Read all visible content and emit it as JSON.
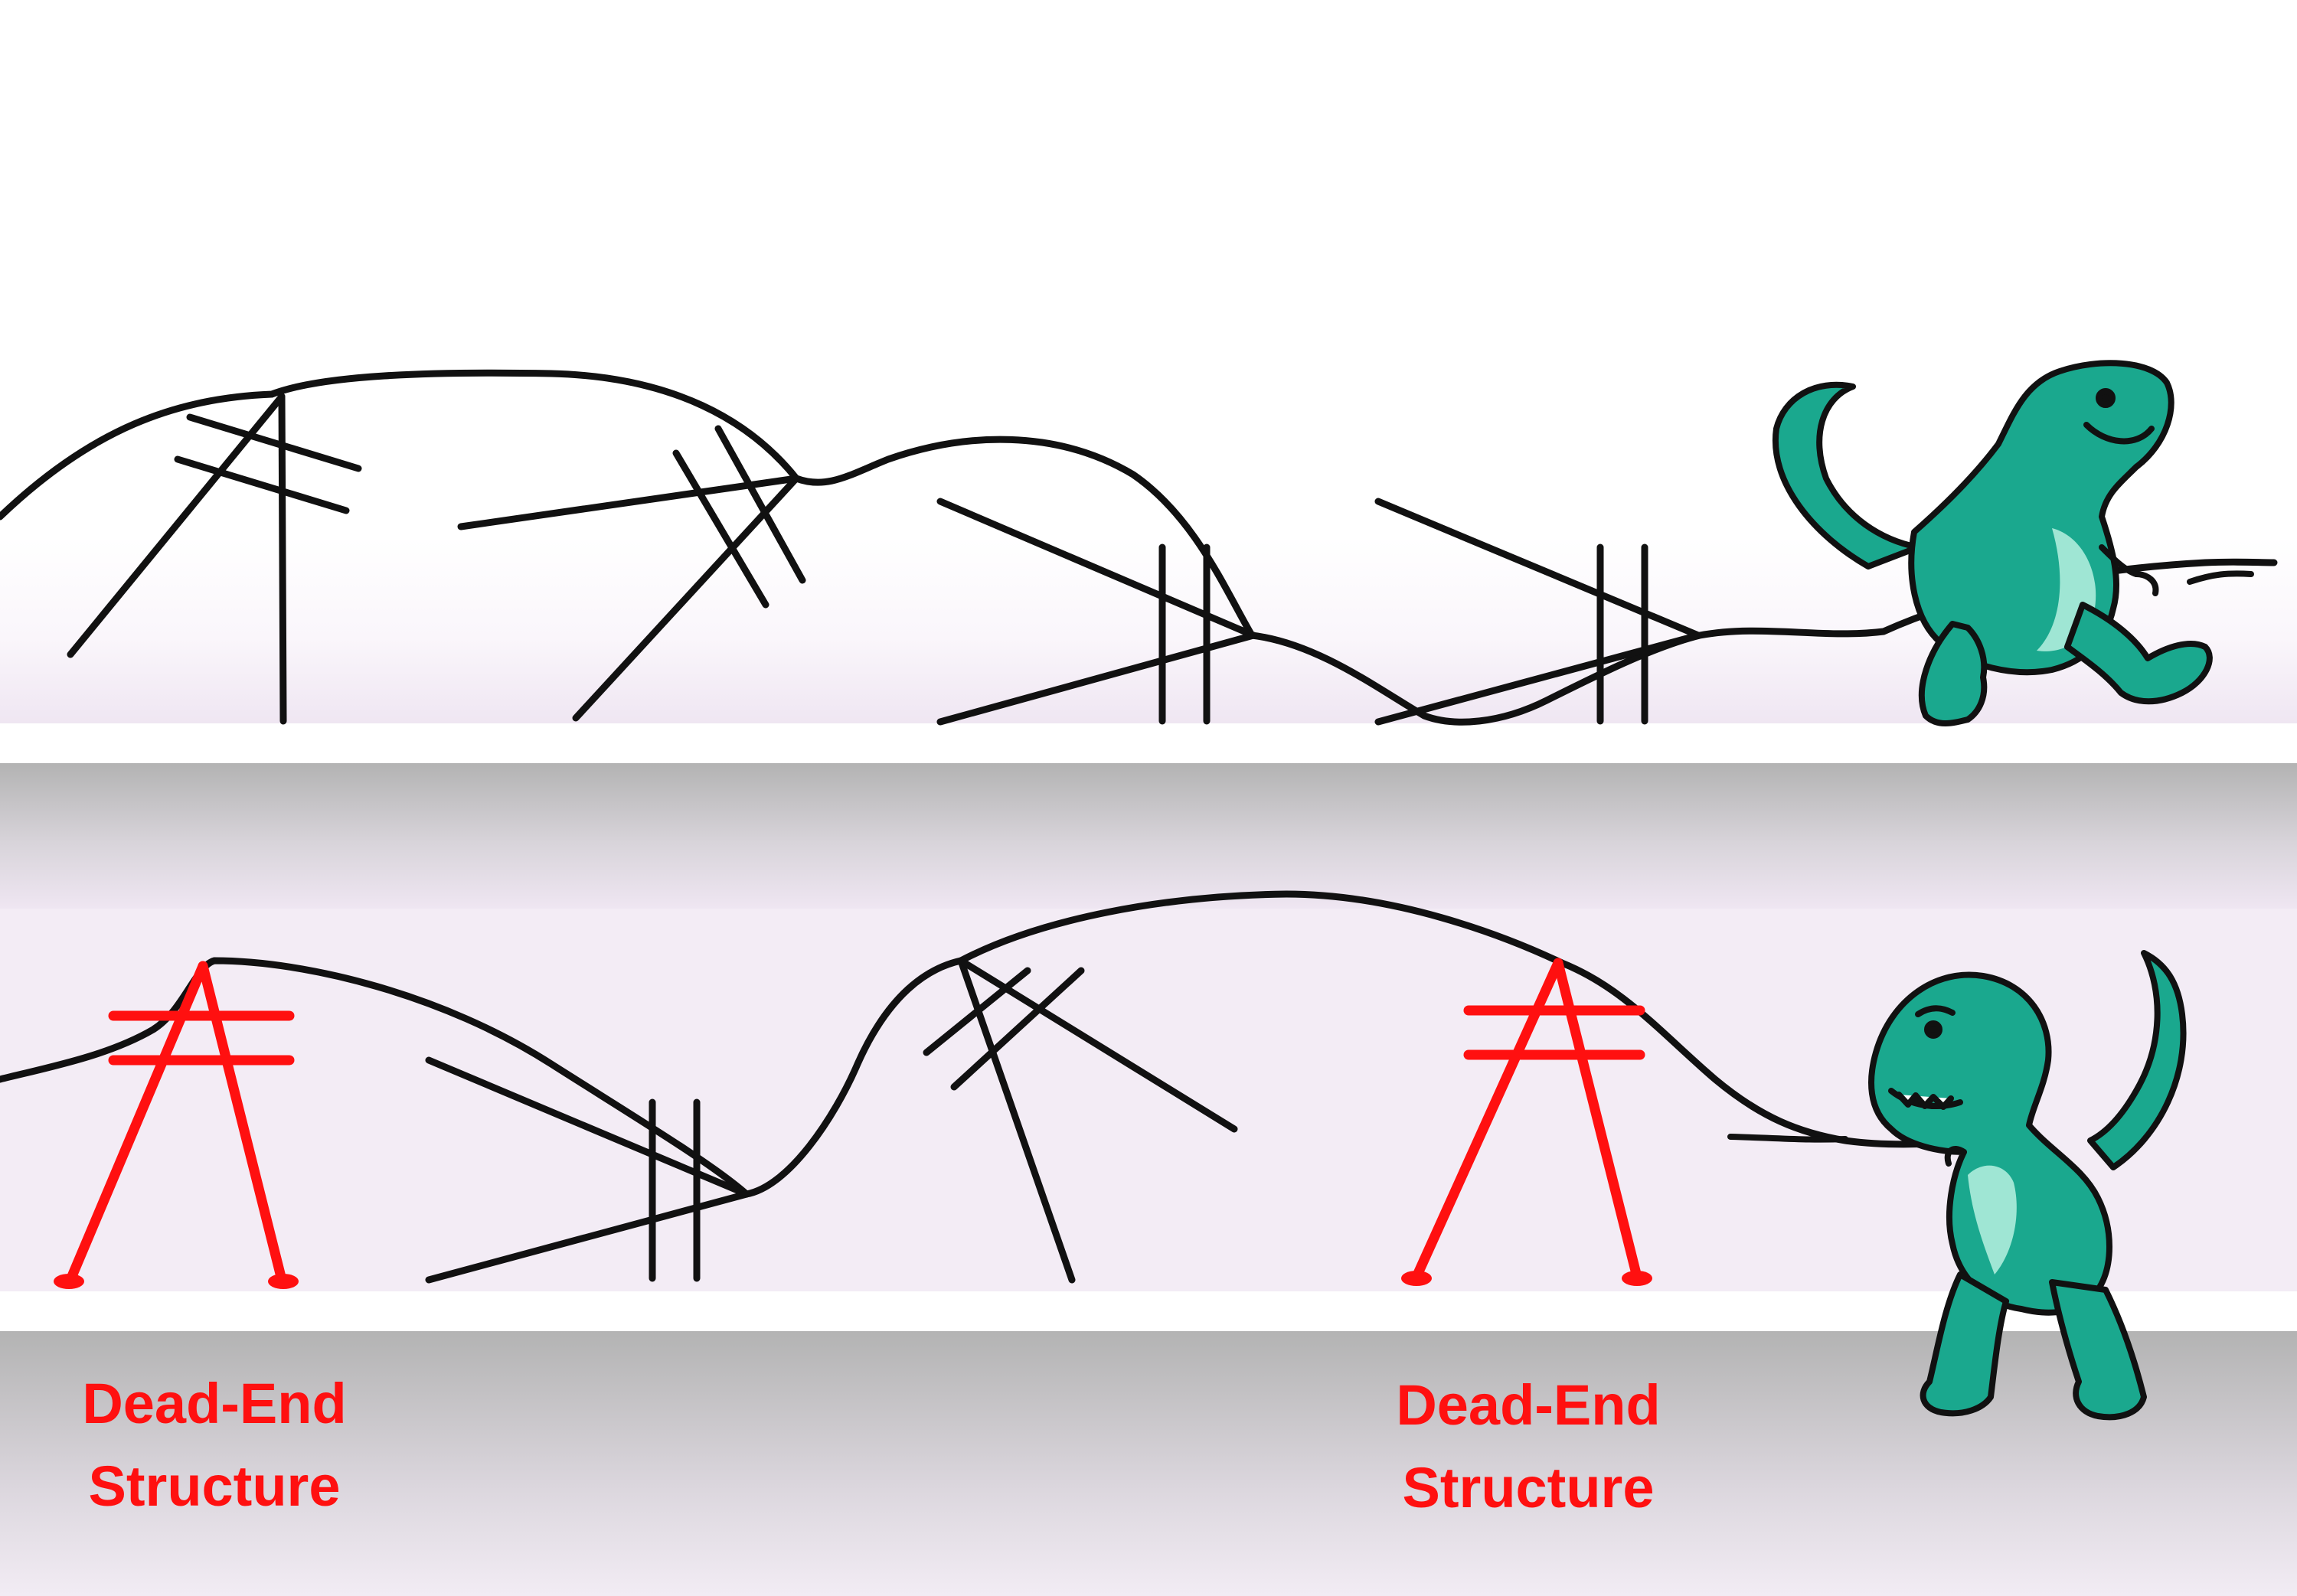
{
  "colors": {
    "dead_end": "#ff1010",
    "dinosaur": "#1aa88e",
    "dinosaur_light": "#9fe6d4",
    "outline": "#111111",
    "band_tint": "#efe6f2",
    "shadow_gray": "#b3b3b3"
  },
  "labels": [
    {
      "line1": "Dead-End",
      "line2": "Structure"
    },
    {
      "line1": "Dead-End",
      "line2": "Structure"
    }
  ],
  "icons": {
    "top_character": "happy-dinosaur-icon",
    "bottom_character": "straining-dinosaur-icon",
    "pole": "utility-pole-icon",
    "dead_end_pole": "dead-end-tower-icon"
  }
}
